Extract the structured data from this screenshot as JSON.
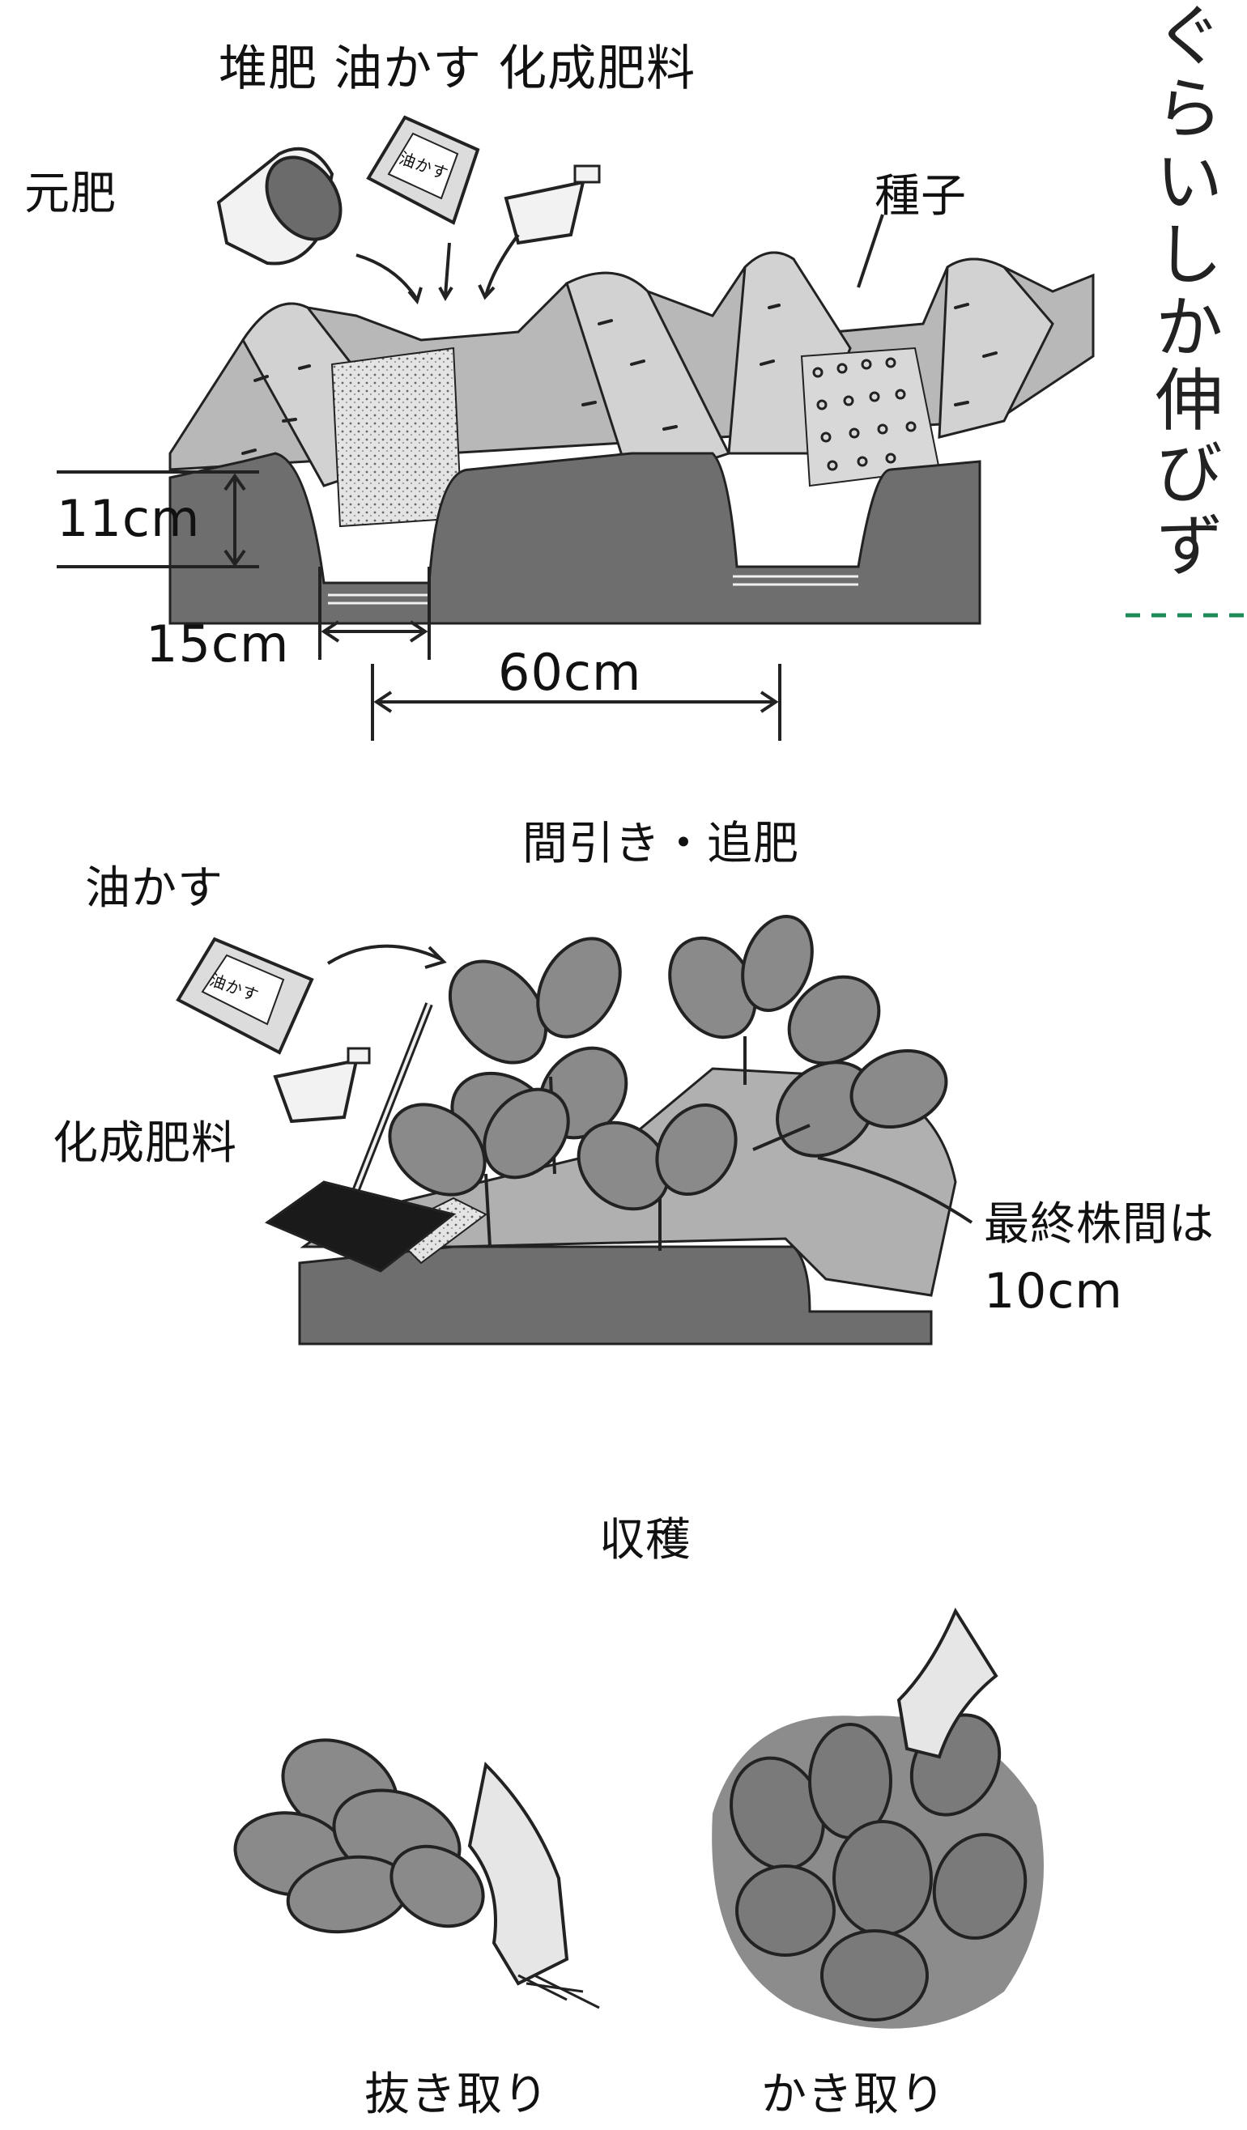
{
  "step1": {
    "materials_label": "堆肥 油かす 化成肥料",
    "motohi_label": "元肥",
    "seed_label": "種子",
    "depth_label": "11cm",
    "trench_width_label": "15cm",
    "row_spacing_label": "60cm",
    "bag_label": "油かす"
  },
  "step2": {
    "title": "間引き・追肥",
    "oil_cake_label": "油かす",
    "chemical_fertilizer_label": "化成肥料",
    "spacing_line1": "最終株間は",
    "spacing_line2": "10cm",
    "bag_label": "油かす"
  },
  "step3": {
    "title": "収穫",
    "pull_label": "抜き取り",
    "pick_label": "かき取り"
  },
  "side_text": "ぐらいしか伸びず",
  "colors": {
    "soil_dark": "#6e6e6e",
    "soil_light": "#bdbdbd",
    "leaf": "#8a8a8a",
    "accent_dash": "#1e8a5a"
  }
}
